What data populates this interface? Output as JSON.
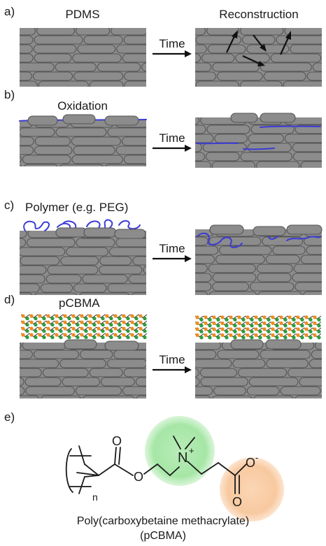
{
  "panels": [
    {
      "label": "a)",
      "title": "PDMS",
      "title_after": "Reconstruction",
      "arrow_text": "Time"
    },
    {
      "label": "b)",
      "title": "Oxidation",
      "arrow_text": "Time"
    },
    {
      "label": "c)",
      "title": "Polymer (e.g. PEG)",
      "arrow_text": "Time"
    },
    {
      "label": "d)",
      "title": "pCBMA",
      "arrow_text": "Time"
    }
  ],
  "structure": {
    "label": "e)",
    "atoms": {
      "o_carbonyl": "O",
      "o_ester": "O",
      "n_plus": "N",
      "charge_plus": "+",
      "o_minus": "O",
      "charge_minus": "-",
      "o_carboxyl": "O",
      "repeat": "n"
    },
    "caption_line1": "Poly(carboxybetaine methacrylate)",
    "caption_line2": "(pCBMA)"
  },
  "colors": {
    "substrate": "#8c8c8c",
    "oxidized_layer": "#3b3bd6",
    "polymer_chain": "#3b3bd6",
    "green_group": "#2e9e3e",
    "orange_group": "#f08c1e",
    "ammonium_highlight": "#a6e6a6",
    "carboxylate_highlight": "#f8c9a0"
  }
}
